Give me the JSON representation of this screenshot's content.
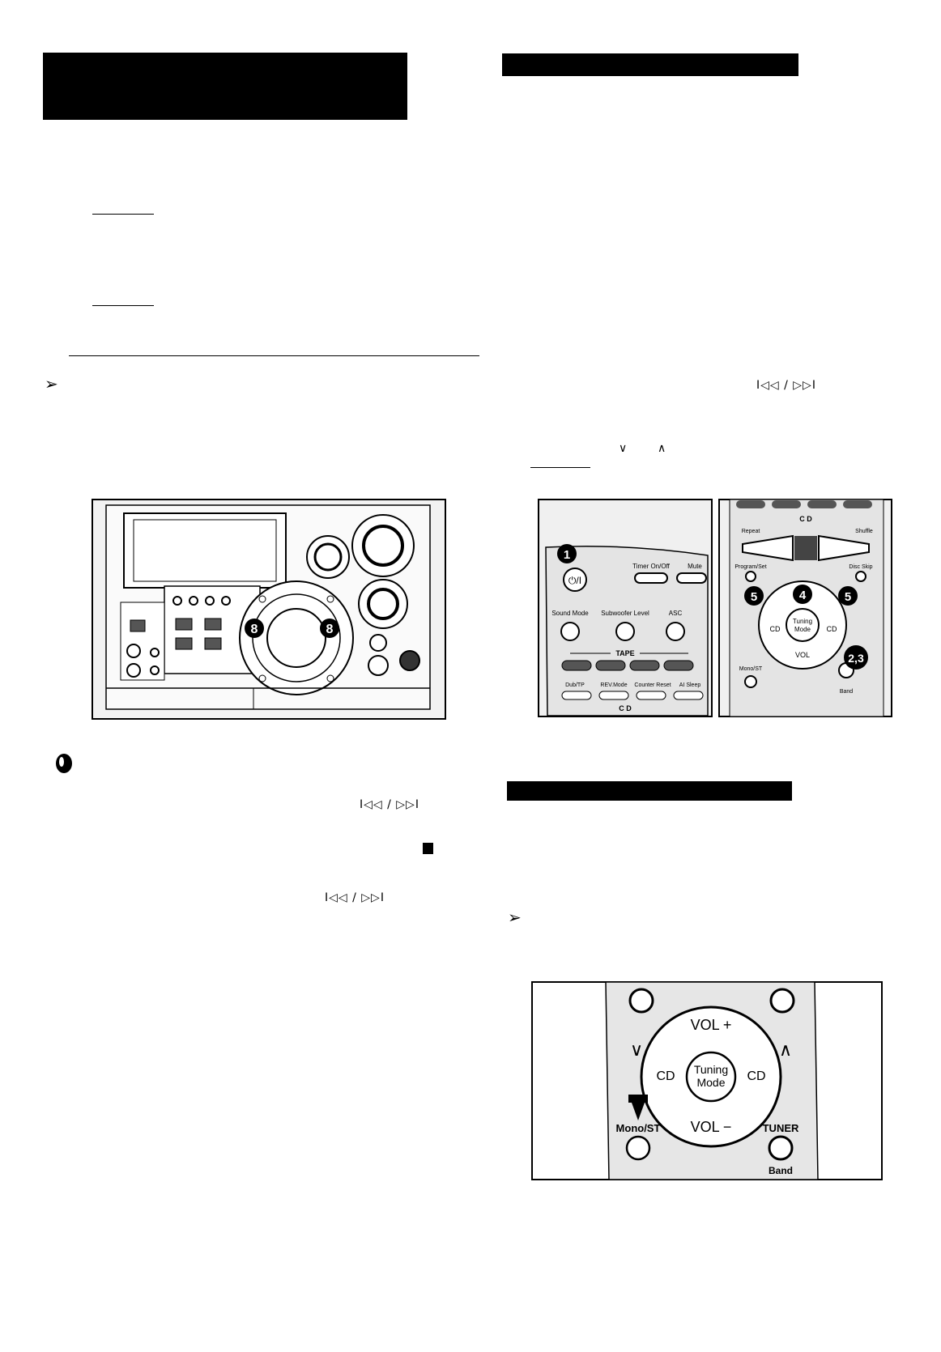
{
  "glyphs": {
    "skip": "I◁◁ / ▷▷I",
    "arrow": "➢",
    "down": "∨",
    "up": "∧"
  },
  "remote": {
    "tape_label": "TAPE",
    "cd_label": "C D",
    "timer_label": "Timer On/Off",
    "mute_label": "Mute",
    "sound_mode_label": "Sound Mode",
    "subwoofer_label": "Subwoofer Level",
    "asc_label": "ASC",
    "dub_label": "Dub/TP",
    "rev_label": "REV.Mode",
    "counter_label": "Counter Reset",
    "ai_label": "AI Sleep",
    "repeat_label": "Repeat",
    "shuffle_label": "Shuffle",
    "program_label": "Program/Set",
    "disc_skip_label": "Disc Skip",
    "mono_label": "Mono/ST",
    "tuner_label": "TUNER",
    "band_label": "Band",
    "vol_up": "VOL +",
    "vol_down": "VOL −",
    "vol": "VOL",
    "cd": "CD",
    "tuning1": "Tuning",
    "tuning2": "Mode"
  },
  "callouts": {
    "c1": "1",
    "c4": "4",
    "c5a": "5",
    "c5b": "5",
    "c23": "2,3",
    "c8a": "8",
    "c8b": "8"
  },
  "colors": {
    "ink": "#000000",
    "paper": "#ffffff",
    "panel": "#ededed"
  }
}
